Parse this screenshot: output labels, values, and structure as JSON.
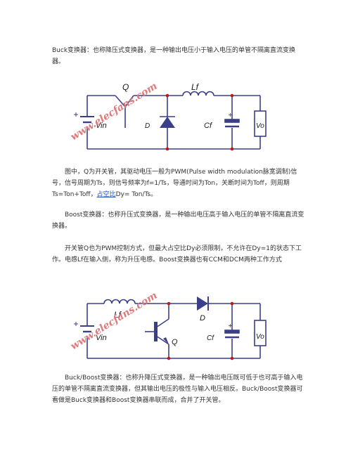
{
  "paragraphs": {
    "buck_intro": "Buck变换器：也称降压式变换器，是一种输出电压小于输入电压的单管不隔离直流变换器。",
    "buck_desc": "图中，Q为开关管，其驱动电压一般为PWM(Pulse width modulation脉宽调制)信号，信号周期为Ts，则信号频率为f=1/Ts，导通时间为Ton，关断时间为Toff，则周期Ts=Ton+Toff，",
    "duty_link": "占空比",
    "duty_formula": "Dy= Ton/Ts。",
    "boost_intro": "Boost变换器：也称升压式变换器，是一种输出电压高于输入电压的单管不隔离直流变换器。",
    "boost_desc": "开关管Q也为PWM控制方式，但最大占空比Dy必须限制，不允许在Dy=1的状态下工作。电感Lf在输入侧，称为升压电感。Boost变换器也有CCM和DCM两种工作方式",
    "buckboost_intro": "Buck/Boost变换器：也称升降压式变换器，是一种输出电压既可低于也可高于输入电压的单管不隔离直流变换器，但其输出电压的极性与输入电压相反。Buck/Boost变换器可看做是Buck变换器和Boost变换器串联而成，合并了开关管。"
  },
  "buck_circuit": {
    "labels": {
      "switch": "Q",
      "inductor": "Lf",
      "source": "Vin",
      "diode": "D",
      "capacitor": "Cf",
      "load": "Vo"
    },
    "watermark": "www.elecfans.com"
  },
  "boost_circuit": {
    "labels": {
      "inductor": "Lf",
      "diode": "D",
      "switch": "Q",
      "source": "Vin",
      "capacitor": "Cf",
      "load": "Vo"
    },
    "watermark": "www.elecfans.com"
  },
  "colors": {
    "wire": "#3b3f8a",
    "node": "#c01818",
    "watermark": "#e07a7a",
    "link": "#1a4fb8"
  }
}
